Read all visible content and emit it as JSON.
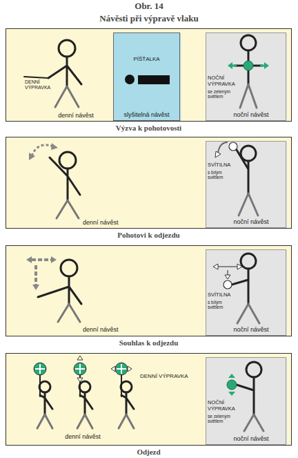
{
  "diagram": {
    "title": "Návěsti při výpravě vlaku",
    "nodes": [
      {
        "text": [
          "Výzva k pohotovosti"
        ]
      },
      {
        "text": [
          "PÍŠŤALKA",
          "slyšitelná návěst"
        ],
        "in": 0
      },
      {
        "text": [
          "NOČNÍ VÝPRAVKA",
          "se zeleným světlem",
          "noční návěst"
        ],
        "in": 0
      },
      {
        "text": [
          "Pohotovi k odjezdu"
        ]
      },
      {
        "text": [
          "SVÍTILNA",
          "s bílým světlem",
          "noční návěst"
        ],
        "in": 3
      },
      {
        "text": [
          "Souhlas k odjezdu"
        ]
      },
      {
        "text": [
          "SVÍTILNA",
          "s bílým světlem",
          "noční návěst"
        ],
        "in": 5
      },
      {
        "text": [
          "Odjezd"
        ]
      },
      {
        "text": [
          "NOČNÍ VÝPRAVKA",
          "se zeleným světlem",
          "noční návěst"
        ],
        "in": 7
      }
    ],
    "labels": [
      "Obr. 14",
      "DENNÍ VÝPRAVKA",
      "denní návěst",
      "denní návěst",
      "denní návěst",
      "DENNÍ VÝPRAVKA",
      "denní návěst"
    ]
  }
}
